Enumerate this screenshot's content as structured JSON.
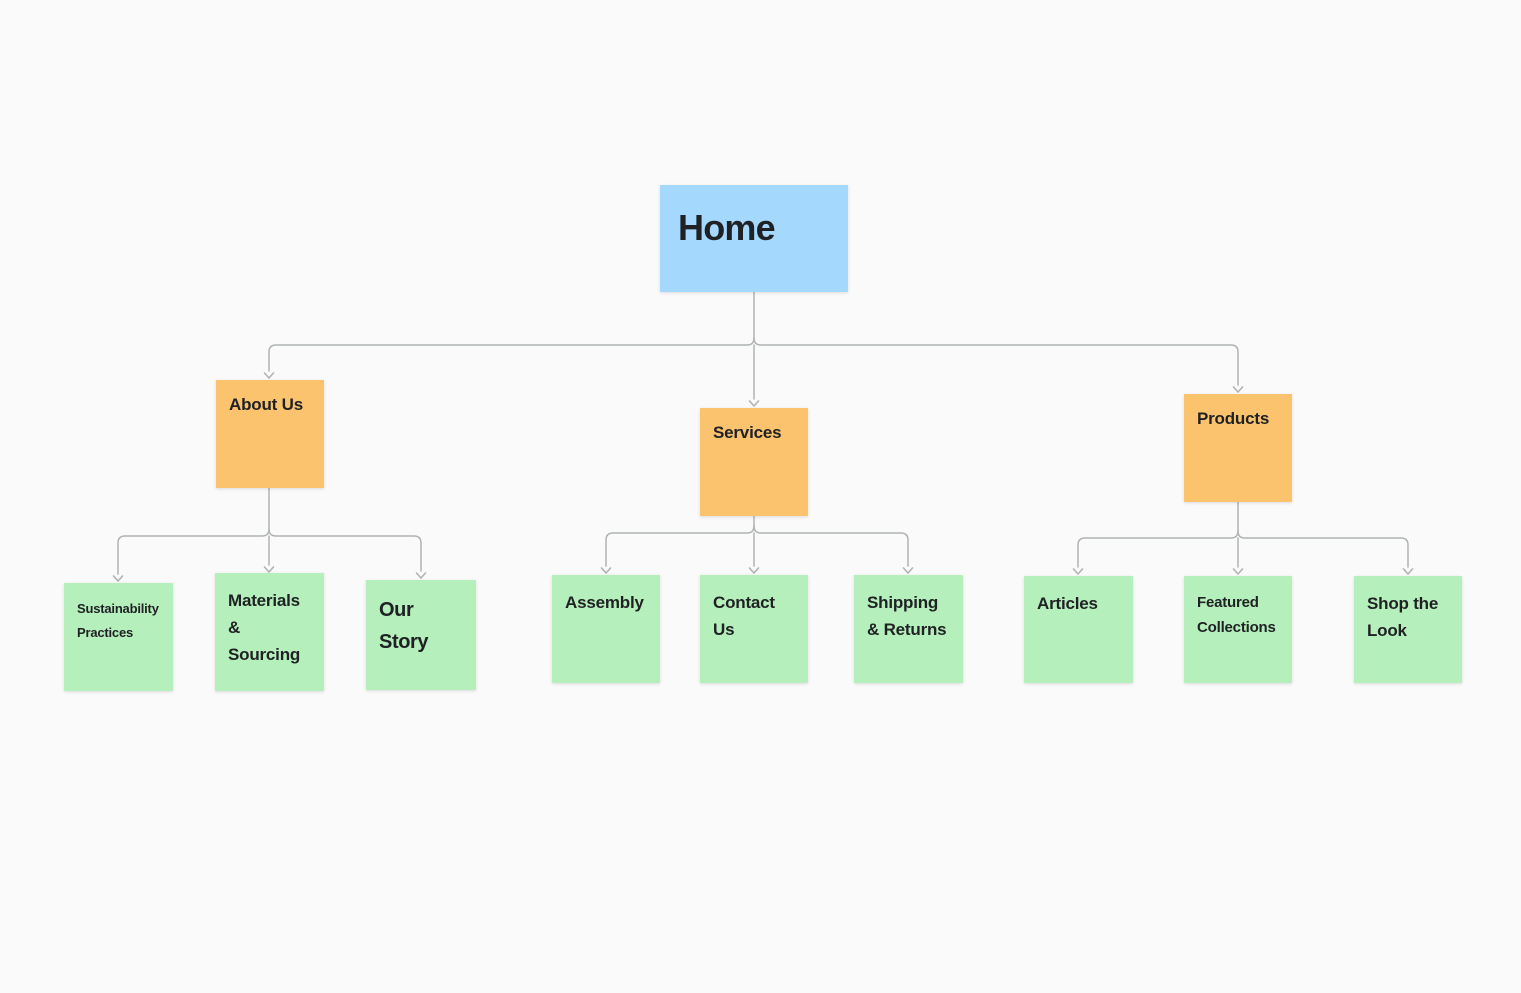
{
  "diagram": {
    "type": "site-map-tree",
    "background_color": "#fafafa",
    "connector_color": "#b0b3b5",
    "colors": {
      "root": "#a5d8fd",
      "section": "#fcc36e",
      "leaf": "#b5efbb",
      "text": "#1f2124"
    }
  },
  "nodes": {
    "home": {
      "label": "Home"
    },
    "about_us": {
      "label": "About Us"
    },
    "services": {
      "label": "Services"
    },
    "products": {
      "label": "Products"
    },
    "sustainability_practices": {
      "label": "Sustainability Practices"
    },
    "materials_sourcing": {
      "label": "Materials & Sourcing"
    },
    "our_story": {
      "label": "Our Story"
    },
    "assembly": {
      "label": "Assembly"
    },
    "contact_us": {
      "label": "Contact Us"
    },
    "shipping_returns": {
      "label": "Shipping & Returns"
    },
    "articles": {
      "label": "Articles"
    },
    "featured_collections": {
      "label": "Featured Collections"
    },
    "shop_the_look": {
      "label": "Shop the Look"
    }
  },
  "tree": {
    "root": "Home",
    "branches": [
      {
        "parent": "About Us",
        "children": [
          "Sustainability Practices",
          "Materials & Sourcing",
          "Our Story"
        ]
      },
      {
        "parent": "Services",
        "children": [
          "Assembly",
          "Contact Us",
          "Shipping & Returns"
        ]
      },
      {
        "parent": "Products",
        "children": [
          "Articles",
          "Featured Collections",
          "Shop the Look"
        ]
      }
    ]
  }
}
